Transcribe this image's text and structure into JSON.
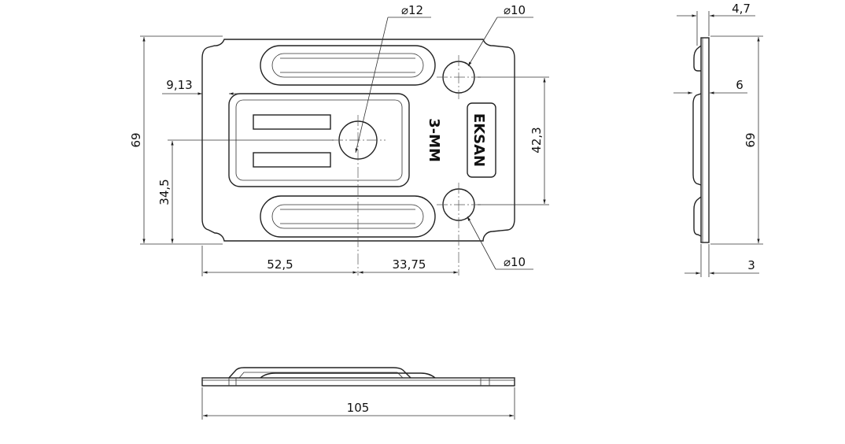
{
  "dimensions": {
    "hole_center": "⌀12",
    "hole_top": "⌀10",
    "hole_bottom": "⌀10",
    "edge_offset": "9,13",
    "height_left": "69",
    "half_height": "34,5",
    "hole_spacing": "42,3",
    "width_left": "52,5",
    "width_right": "33,75",
    "total_width": "105",
    "side_top": "4,7",
    "side_mid": "6",
    "side_height": "69",
    "side_bottom": "3"
  },
  "markings": {
    "brand": "EKSAN",
    "model": "3-MM"
  }
}
